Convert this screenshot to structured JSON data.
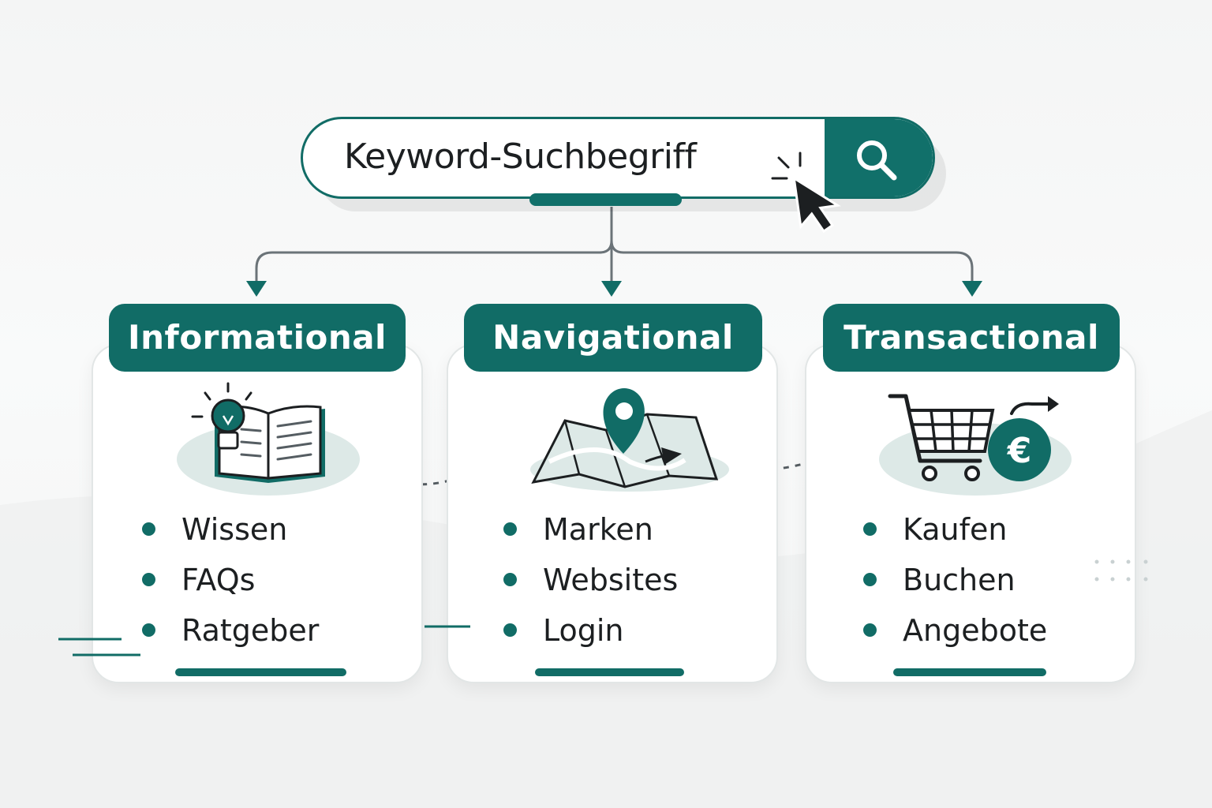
{
  "search": {
    "text": "Keyword-Suchbegriff",
    "icon": "search-icon"
  },
  "colors": {
    "accent": "#116c66",
    "text": "#1c1f21",
    "soft": "#dbe8e6"
  },
  "categories": [
    {
      "title": "Informational",
      "icon": "lightbulb-book-icon",
      "items": [
        "Wissen",
        "FAQs",
        "Ratgeber"
      ]
    },
    {
      "title": "Navigational",
      "icon": "map-pin-icon",
      "items": [
        "Marken",
        "Websites",
        "Login"
      ]
    },
    {
      "title": "Transactional",
      "icon": "cart-euro-icon",
      "items": [
        "Kaufen",
        "Buchen",
        "Angebote"
      ]
    }
  ]
}
